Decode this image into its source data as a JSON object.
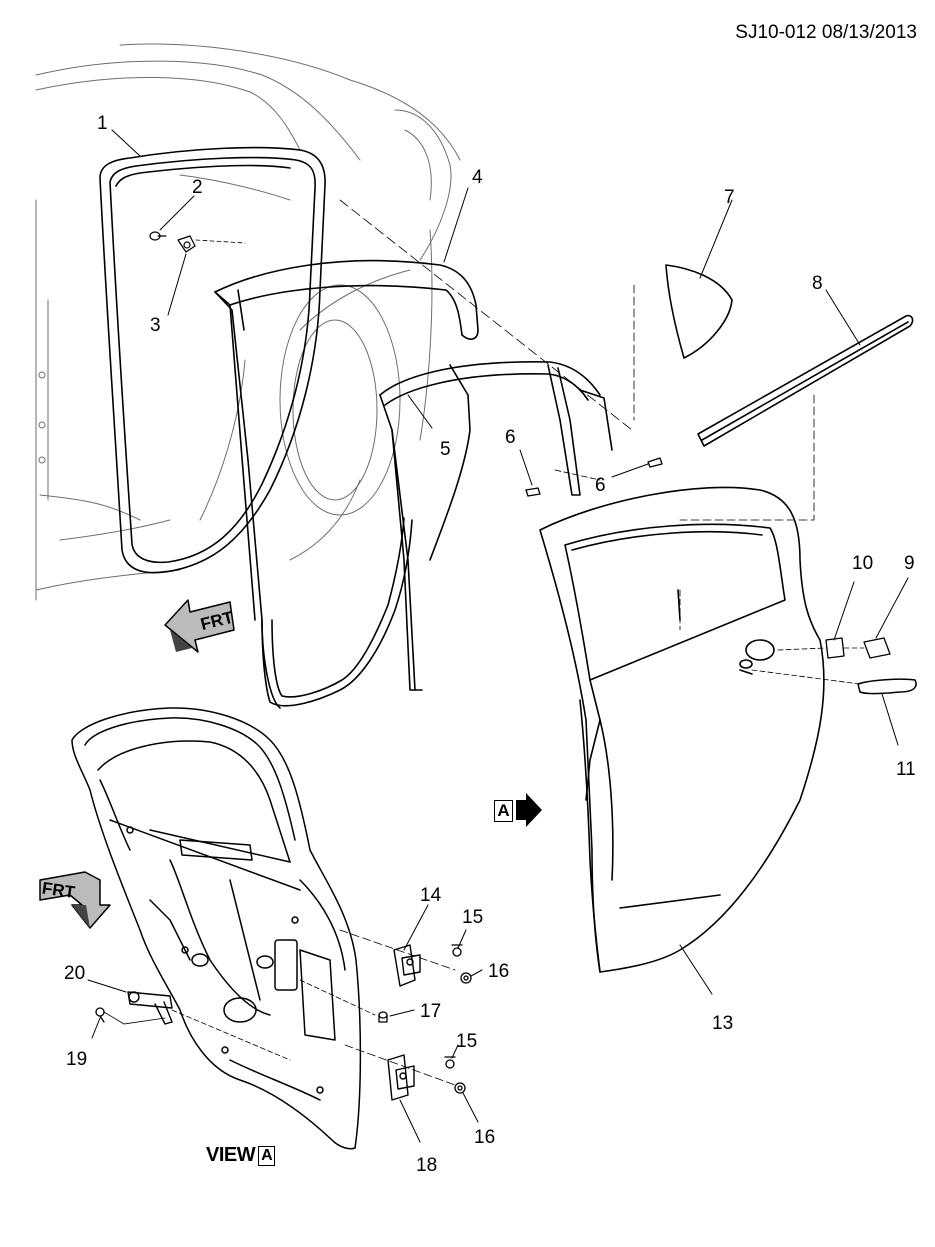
{
  "header": {
    "doc_id": "SJ10-012  08/13/2013"
  },
  "view_label": {
    "text": "VIEW",
    "marker": "A"
  },
  "view_marker": {
    "letter": "A"
  },
  "frt_glyph": "FRT",
  "callouts": [
    "1",
    "2",
    "3",
    "4",
    "5",
    "6",
    "6",
    "7",
    "8",
    "9",
    "10",
    "11",
    "13",
    "14",
    "15",
    "15",
    "16",
    "16",
    "17",
    "18",
    "19",
    "20"
  ]
}
